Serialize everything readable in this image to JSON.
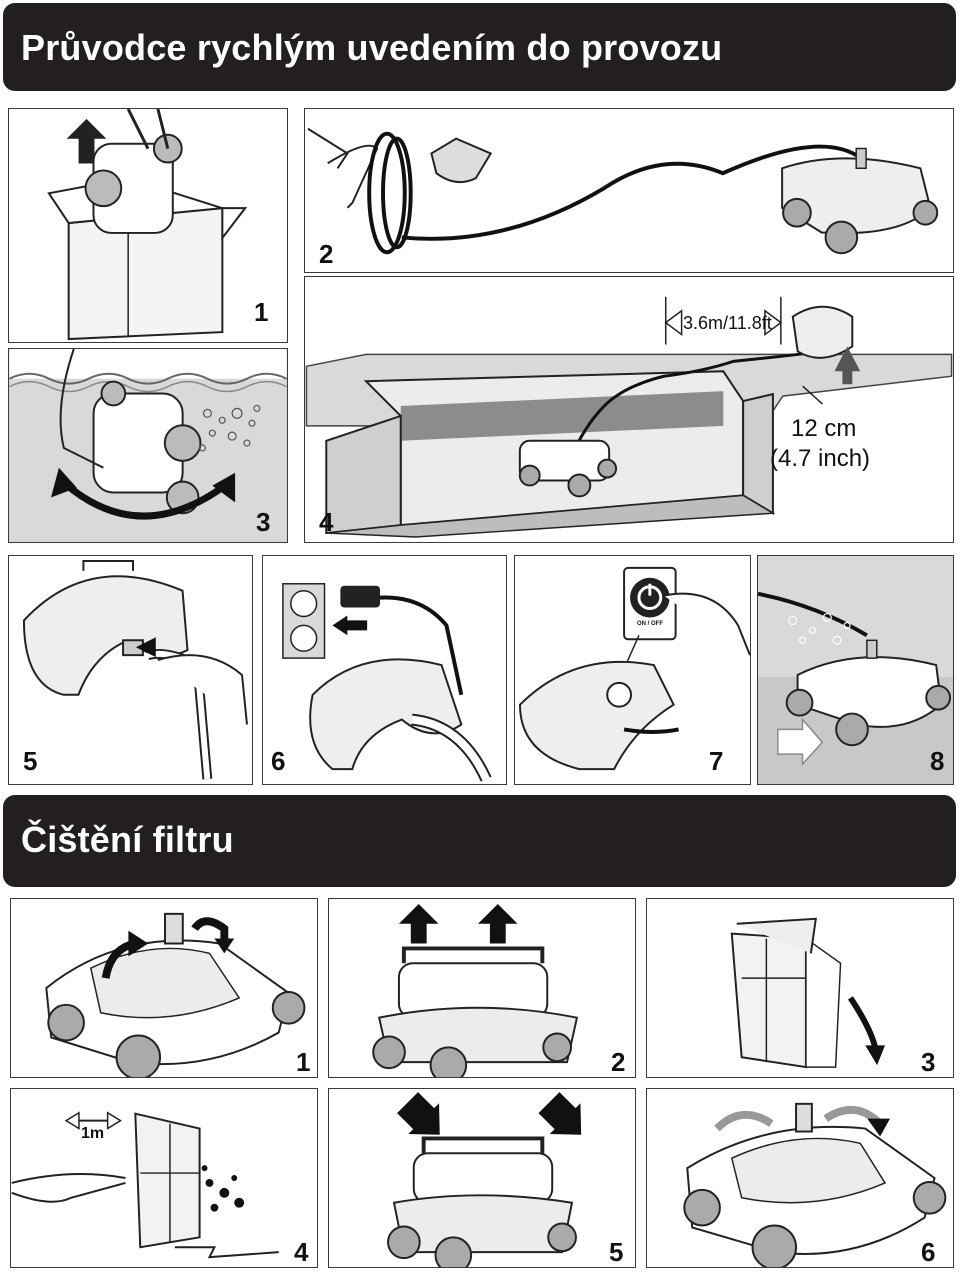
{
  "section_setup": {
    "title": "Průvodce rychlým uvedením do provozu"
  },
  "setup_steps": {
    "s1": "1",
    "s2": "2",
    "s3": "3",
    "s4": "4",
    "s5": "5",
    "s6": "6",
    "s7": "7",
    "s8": "8"
  },
  "step4_labels": {
    "distance": "3.6m/11.8ft",
    "height_cm": "12 cm",
    "height_inch": "(4.7 inch)"
  },
  "step7_labels": {
    "switch": "ON / OFF"
  },
  "section_filter": {
    "title": "Čištění filtru"
  },
  "filter_steps": {
    "f1": "1",
    "f2": "2",
    "f3": "3",
    "f4": "4",
    "f5": "5",
    "f6": "6"
  },
  "filter4_labels": {
    "distance": "1m"
  },
  "colors": {
    "banner": "#231f20",
    "gray_panel": "#d9d9d9",
    "water": "#8c8c8c"
  }
}
